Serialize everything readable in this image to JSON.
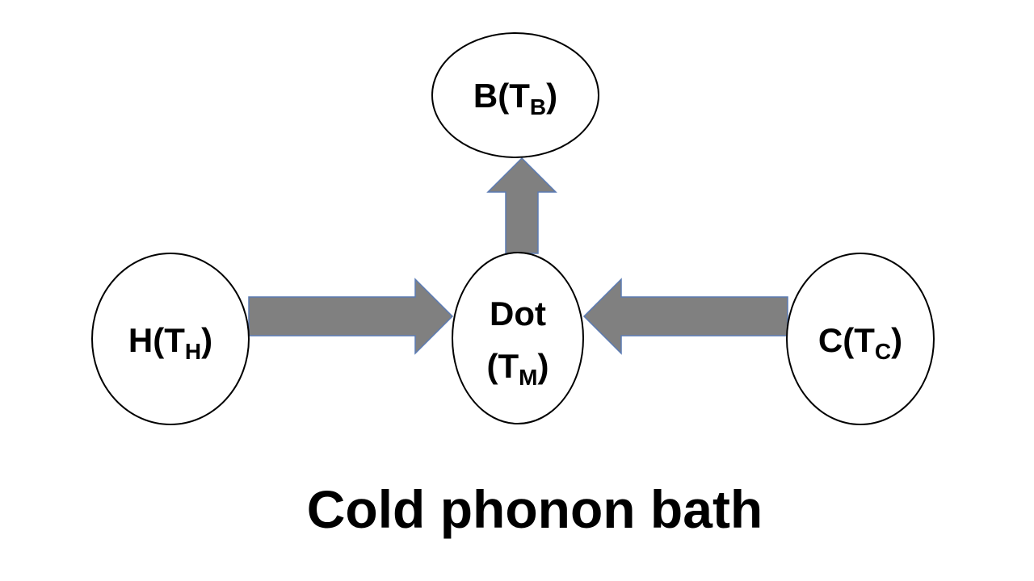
{
  "nodes": {
    "bath_b": {
      "main": "B(T",
      "sub": "B",
      "close": ")"
    },
    "hot": {
      "main": "H(T",
      "sub": "H",
      "close": ")"
    },
    "dot": {
      "line1": "Dot",
      "main": "(T",
      "sub": "M",
      "close": ")"
    },
    "cold": {
      "main": "C(T",
      "sub": "C",
      "close": ")"
    }
  },
  "caption": "Cold phonon bath",
  "colors": {
    "arrow_fill": "#808080",
    "arrow_stroke": "#5b7bb4",
    "node_stroke": "#000000",
    "text": "#000000"
  }
}
